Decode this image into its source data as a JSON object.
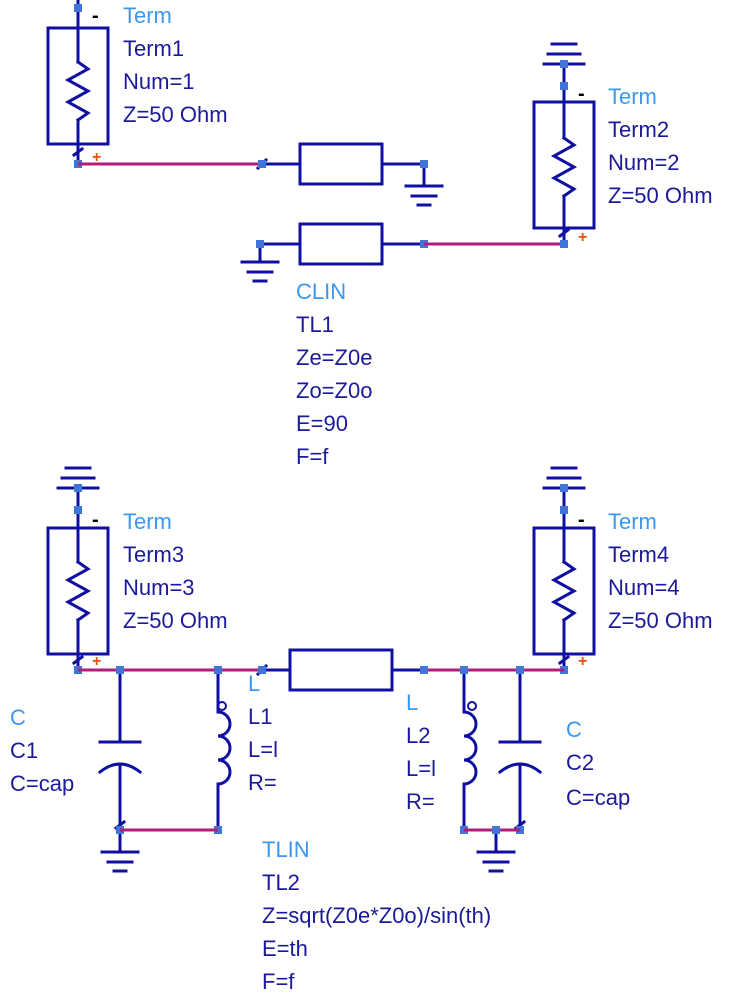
{
  "components": {
    "term1": {
      "type": "Term",
      "name": "Term1",
      "num": "Num=1",
      "z": "Z=50 Ohm"
    },
    "term2": {
      "type": "Term",
      "name": "Term2",
      "num": "Num=2",
      "z": "Z=50 Ohm"
    },
    "term3": {
      "type": "Term",
      "name": "Term3",
      "num": "Num=3",
      "z": "Z=50 Ohm"
    },
    "term4": {
      "type": "Term",
      "name": "Term4",
      "num": "Num=4",
      "z": "Z=50 Ohm"
    },
    "clin": {
      "type": "CLIN",
      "name": "TL1",
      "ze": "Ze=Z0e",
      "zo": "Zo=Z0o",
      "e": "E=90",
      "f": "F=f"
    },
    "c1": {
      "type": "C",
      "name": "C1",
      "c": "C=cap"
    },
    "c2": {
      "type": "C",
      "name": "C2",
      "c": "C=cap"
    },
    "l1": {
      "type": "L",
      "name": "L1",
      "l": "L=l",
      "r": "R="
    },
    "l2": {
      "type": "L",
      "name": "L2",
      "l": "L=l",
      "r": "R="
    },
    "tlin": {
      "type": "TLIN",
      "name": "TL2",
      "z": "Z=sqrt(Z0e*Z0o)/sin(th)",
      "e": "E=th",
      "f": "F=f"
    }
  },
  "polarity": {
    "minus": "-",
    "plus": "+"
  },
  "colors": {
    "wire": "#1010a0",
    "net": "#b01e78",
    "pin": "#3f74d8",
    "label_type": "#3a98ee",
    "label_param": "#1a1a9a",
    "plus": "#e0500e"
  }
}
